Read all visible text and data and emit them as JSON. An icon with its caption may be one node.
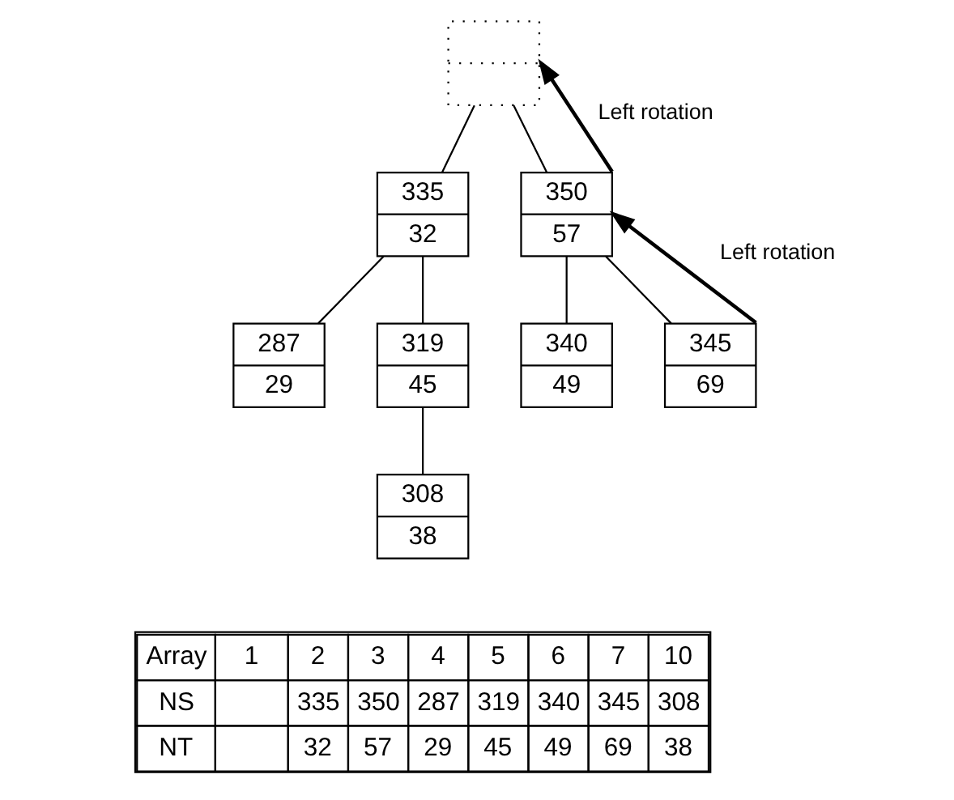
{
  "diagram": {
    "nodes": [
      {
        "text": [],
        "shape": "box"
      },
      {
        "text": [
          "335",
          "32"
        ]
      },
      {
        "text": [
          "287",
          "29"
        ]
      },
      {
        "text": [
          "319",
          "45"
        ]
      },
      {
        "text": [
          "308",
          "38"
        ]
      },
      {
        "text": [
          "350",
          "57"
        ]
      },
      {
        "text": [
          "340",
          "49"
        ]
      },
      {
        "text": [
          "345",
          "69"
        ]
      }
    ],
    "edges": [
      {
        "from": 0,
        "to": 1,
        "arrow": "none"
      },
      {
        "from": 0,
        "to": 5,
        "arrow": "none"
      },
      {
        "from": 1,
        "to": 2,
        "arrow": "none"
      },
      {
        "from": 1,
        "to": 3,
        "arrow": "none"
      },
      {
        "from": 3,
        "to": 4,
        "arrow": "none"
      },
      {
        "from": 5,
        "to": 6,
        "arrow": "none"
      },
      {
        "from": 5,
        "to": 7,
        "arrow": "none"
      },
      {
        "from": 5,
        "to": 0,
        "arrow": "to",
        "label": "Left rotation"
      },
      {
        "from": 7,
        "to": 5,
        "arrow": "to",
        "label": "Left rotation"
      }
    ],
    "labels": [
      "Array",
      "1",
      "2",
      "3",
      "4",
      "5",
      "6",
      "7",
      "10",
      "NS",
      "335",
      "350",
      "287",
      "319",
      "340",
      "345",
      "308",
      "NT",
      "32",
      "57",
      "29",
      "45",
      "49",
      "69",
      "38"
    ]
  }
}
